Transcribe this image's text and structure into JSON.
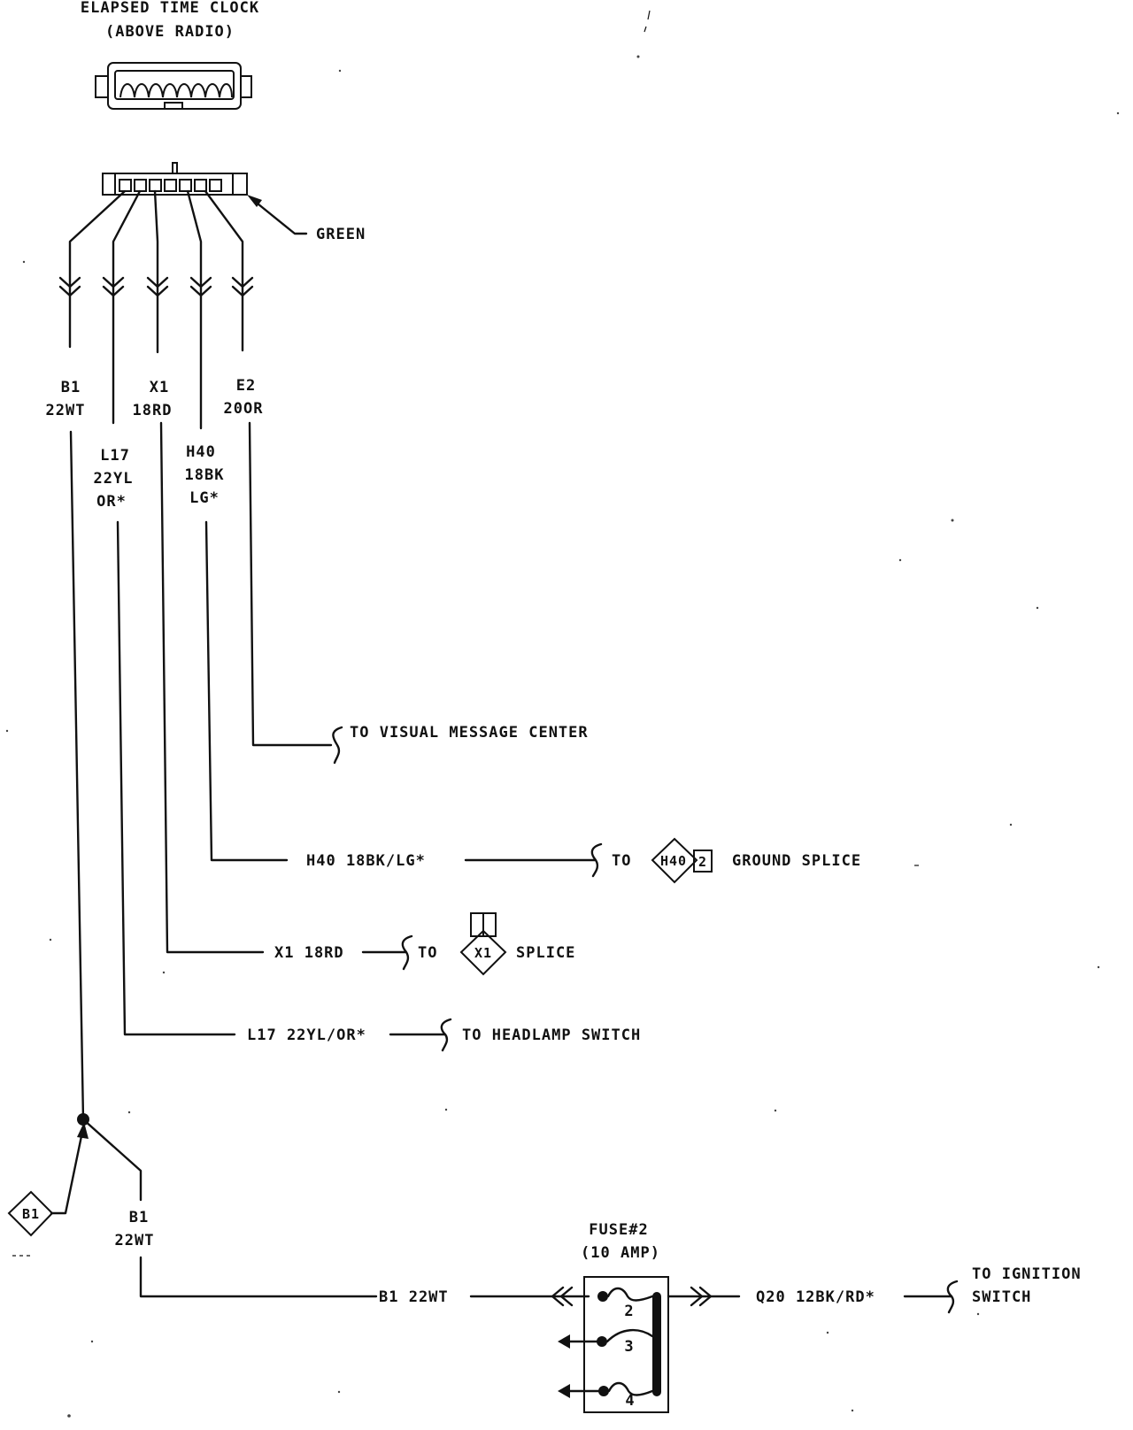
{
  "component": {
    "title": "ELAPSED TIME CLOCK",
    "location": "(ABOVE RADIO)",
    "connector_color": "GREEN"
  },
  "connector_wires": [
    {
      "circuit": "B1",
      "gauge_color": "22WT"
    },
    {
      "circuit": "L17",
      "gauge_color": "22YL",
      "tracer": "OR*"
    },
    {
      "circuit": "X1",
      "gauge_color": "18RD"
    },
    {
      "circuit": "H40",
      "gauge_color": "18BK",
      "tracer": "LG*"
    },
    {
      "circuit": "E2",
      "gauge_color": "20OR"
    }
  ],
  "runs": {
    "e2_destination": "TO VISUAL MESSAGE CENTER",
    "h40_label": "H40 18BK/LG*",
    "h40_to": "TO",
    "h40_splice_id": "H40",
    "h40_splice_num": "2",
    "h40_destination": "GROUND SPLICE",
    "x1_label": "X1 18RD",
    "x1_to": "TO",
    "x1_splice_id": "X1",
    "x1_destination": "SPLICE",
    "l17_label": "L17 22YL/OR*",
    "l17_destination": "TO HEADLAMP SWITCH"
  },
  "bottom": {
    "b1_diamond": "B1",
    "b1_branch_circuit": "B1",
    "b1_branch_gauge": "22WT",
    "b1_run_label": "B1 22WT",
    "fuse_title": "FUSE#2",
    "fuse_rating": "(10 AMP)",
    "fuse_pins": [
      "2",
      "3",
      "4"
    ],
    "q20_label": "Q20 12BK/RD*",
    "ignition_line1": "TO IGNITION",
    "ignition_line2": "SWITCH"
  }
}
